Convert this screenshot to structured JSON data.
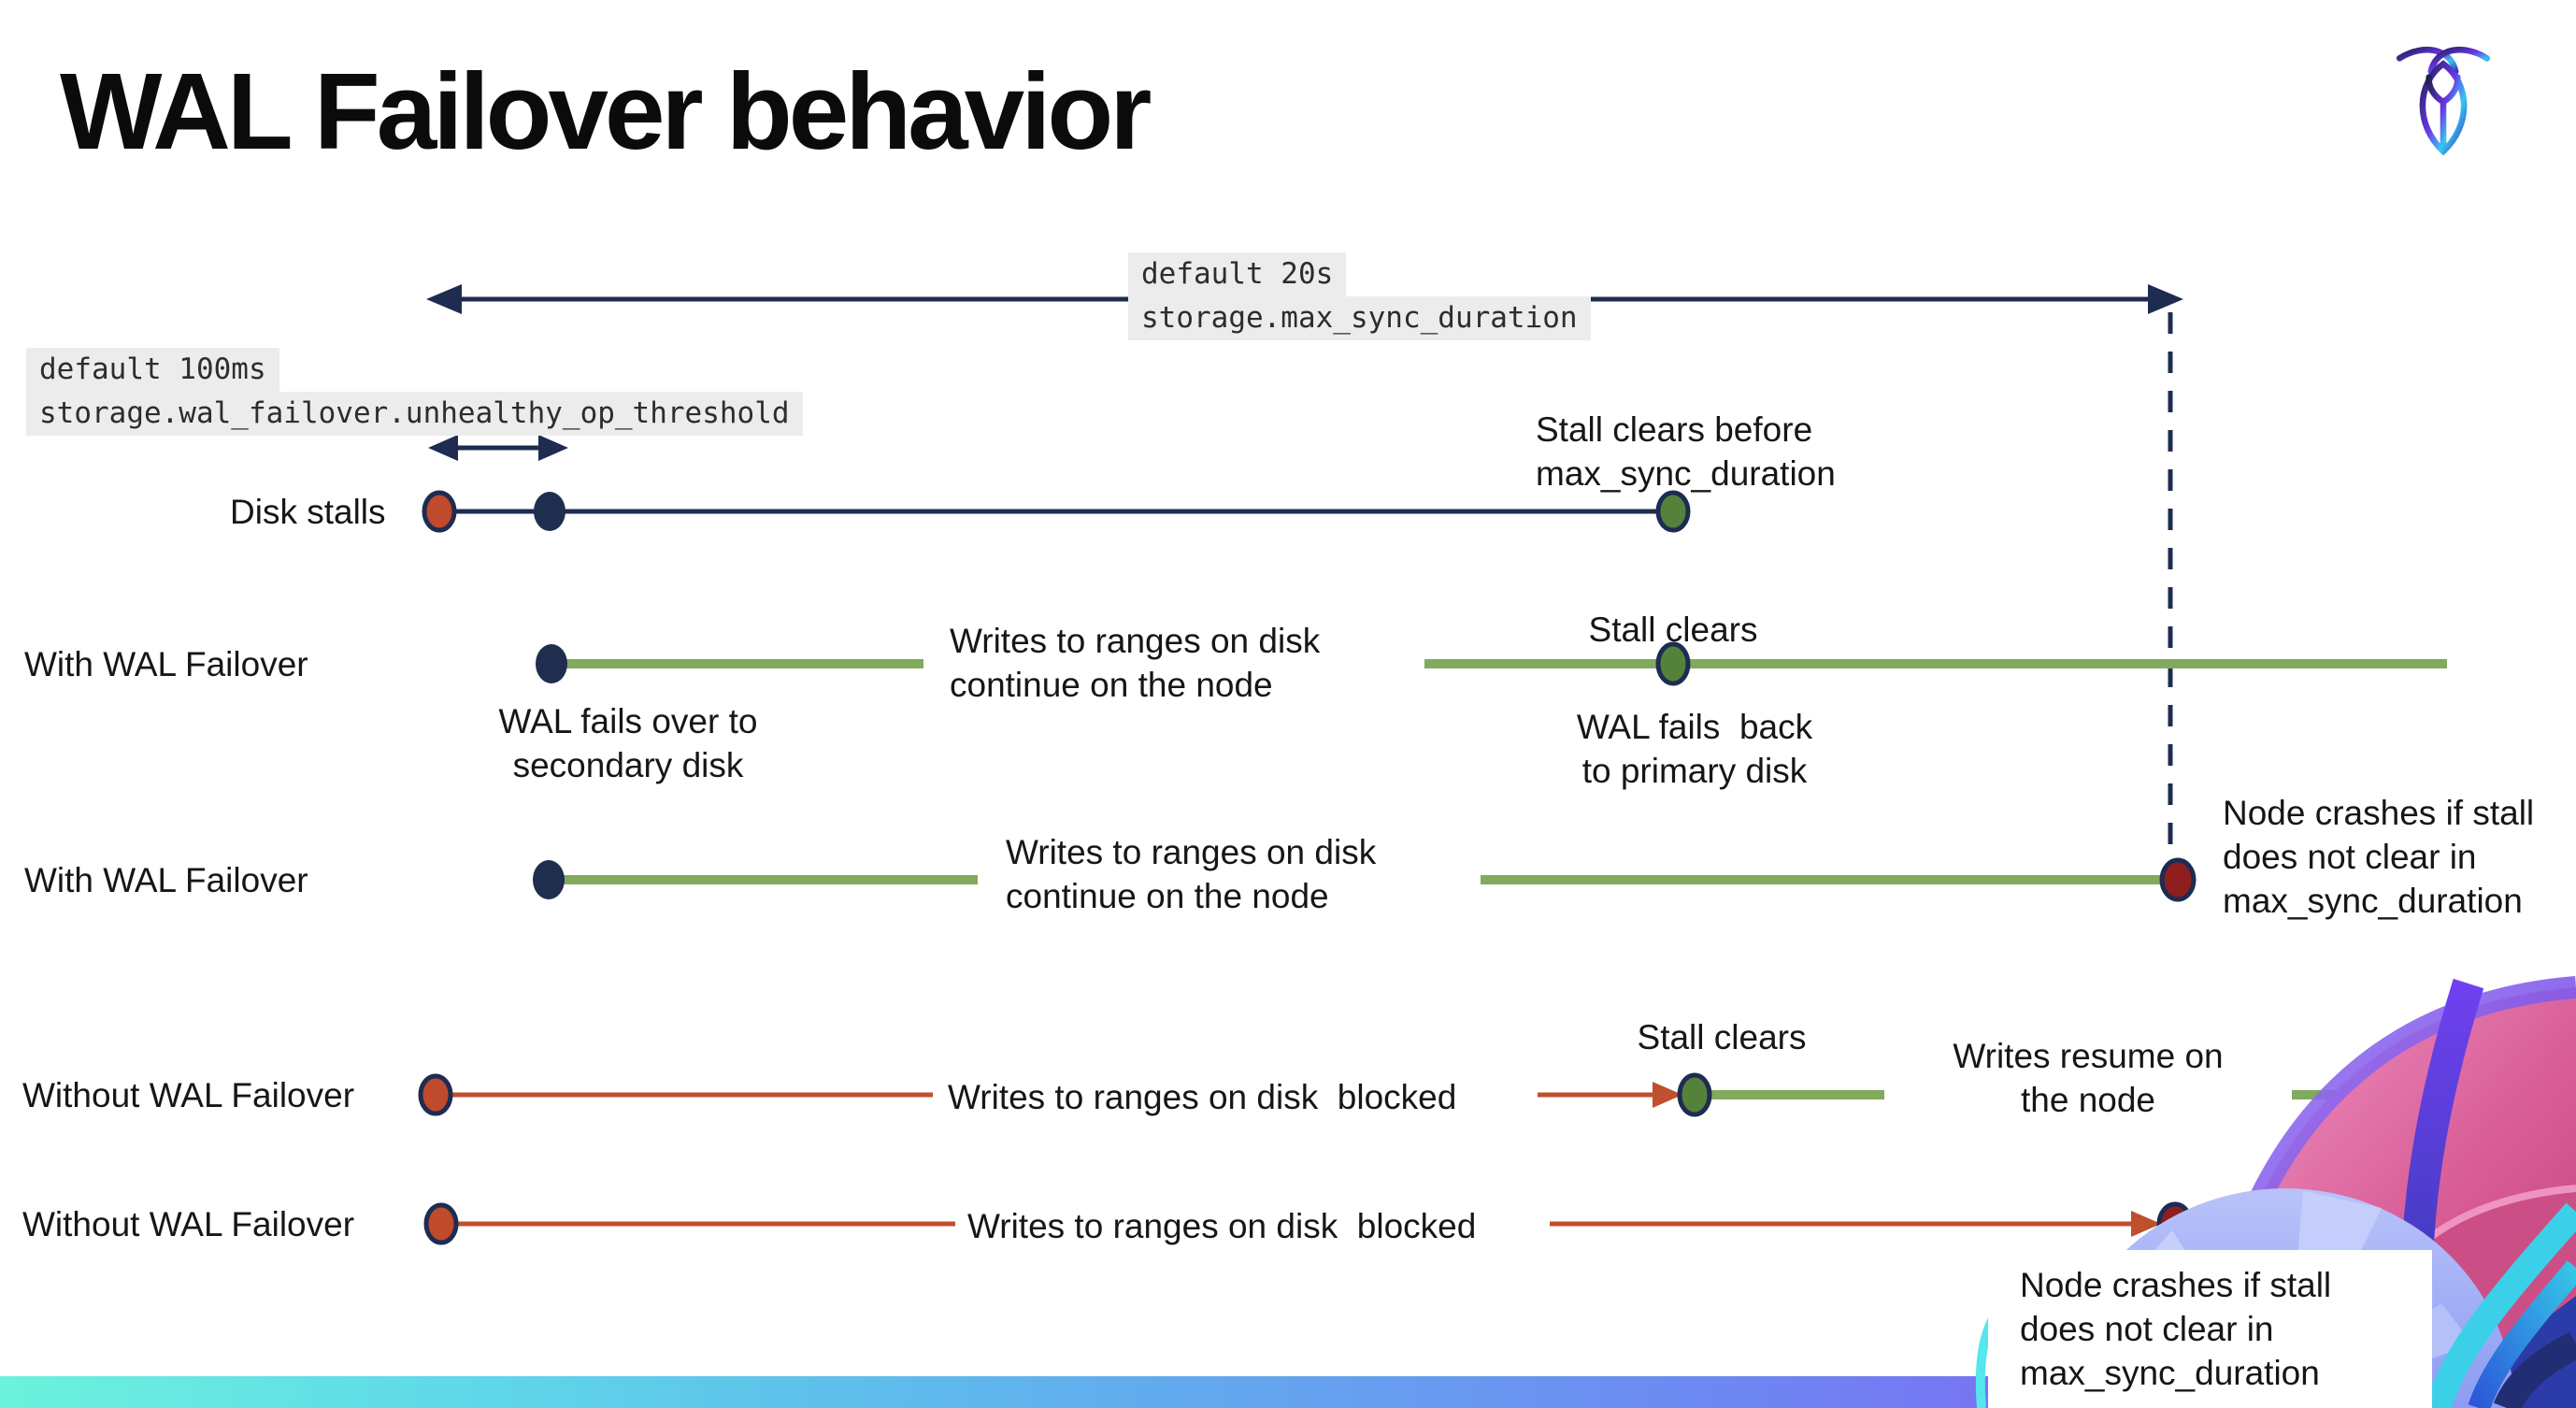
{
  "title": "WAL Failover behavior",
  "logo": {
    "name": "cockroachdb-mark"
  },
  "callouts": {
    "max_sync": {
      "default_value": "default 20s",
      "setting": "storage.max_sync_duration"
    },
    "op_threshold": {
      "default_value": "default 100ms",
      "setting": "storage.wal_failover.unhealthy_op_threshold"
    }
  },
  "rows": [
    {
      "label": "Disk stalls"
    },
    {
      "label": "With WAL Failover"
    },
    {
      "label": "With WAL Failover"
    },
    {
      "label": "Without WAL Failover"
    },
    {
      "label": "Without WAL Failover"
    }
  ],
  "annotations": {
    "stall_clears_before": "Stall clears before\nmax_sync_duration",
    "stall_clears": "Stall clears",
    "wal_fails_over": "WAL fails over to\nsecondary disk",
    "wal_fails_back": "WAL fails  back\nto primary disk",
    "writes_continue": "Writes to ranges on disk\ncontinue on the node",
    "writes_blocked": "Writes to ranges on disk  blocked",
    "writes_resume": "Writes resume on\nthe node",
    "node_crashes": "Node crashes if stall\ndoes not clear in\nmax_sync_duration"
  },
  "colors": {
    "navy": "#1e2c52",
    "green_line": "#82aa5e",
    "green_dot": "#54823a",
    "red_line": "#c04f2e",
    "red_dot": "#bf4a2c",
    "crash_dot": "#8f1e1e",
    "label_bg": "#ececec",
    "bar_gradient_start": "#6cf2dd",
    "bar_gradient_end": "#8a5ff6"
  }
}
